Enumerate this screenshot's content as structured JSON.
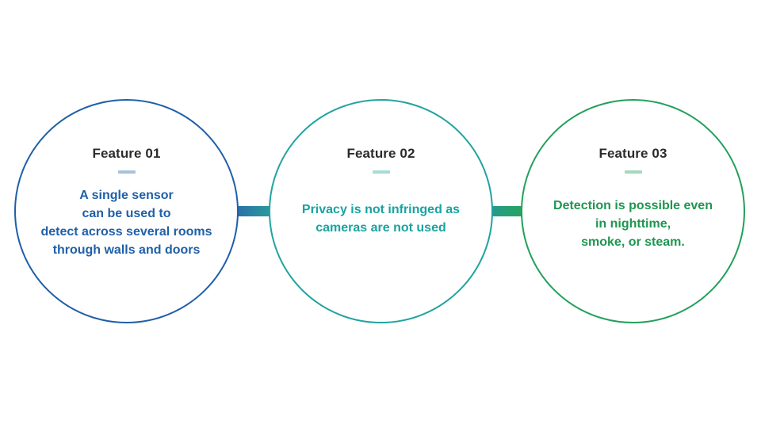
{
  "diagram": {
    "type": "three-circle-feature-chain",
    "background": "#ffffff",
    "connectors": [
      {
        "name": "connector-1",
        "color_start": "#2b6ea8",
        "color_end": "#2a9d9a"
      },
      {
        "name": "connector-2",
        "color_start": "#249a8d",
        "color_end": "#27a45f"
      }
    ],
    "features": [
      {
        "title": "Feature 01",
        "body": "A single sensor\ncan be used to\ndetect across several rooms\nthrough walls and doors",
        "stroke_color": "#1f5fa8",
        "text_color": "#1f60a8",
        "divider_color": "#a8c2dd"
      },
      {
        "title": "Feature 02",
        "body": "Privacy is not infringed as\ncameras are not used",
        "stroke_color": "#21a3a0",
        "text_color": "#19a3a0",
        "divider_color": "#a6dcd8"
      },
      {
        "title": "Feature 03",
        "body": "Detection is possible even\nin nighttime,\nsmoke, or steam.",
        "stroke_color": "#22a05c",
        "text_color": "#1f9650",
        "divider_color": "#a7d8bd"
      }
    ]
  }
}
